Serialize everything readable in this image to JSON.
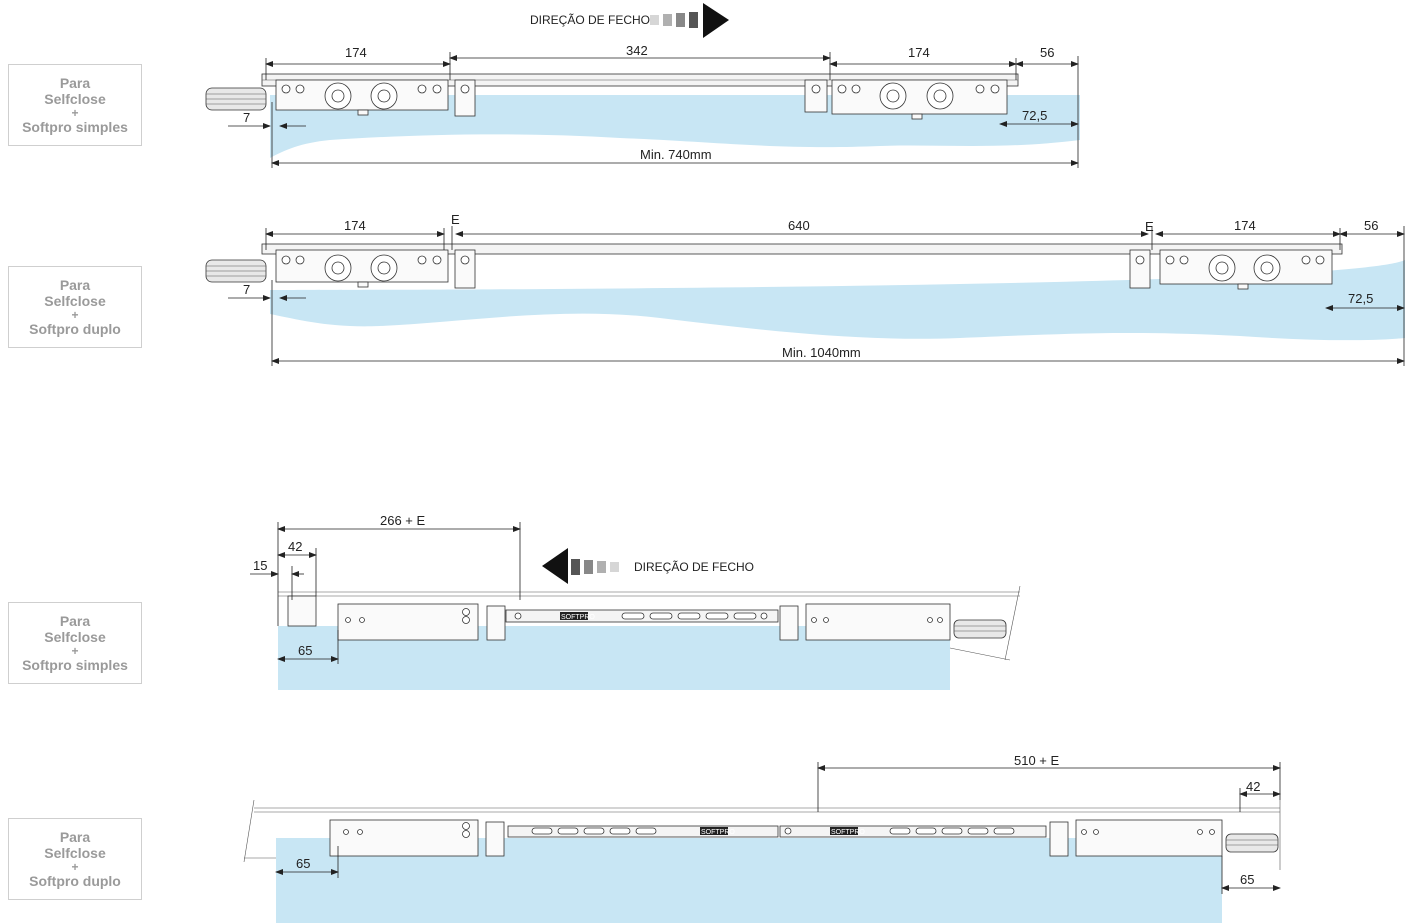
{
  "labels": [
    {
      "line1": "Para",
      "line2": "Selfclose",
      "line3": "+",
      "line4": "Softpro simples"
    },
    {
      "line1": "Para",
      "line2": "Selfclose",
      "line3": "+",
      "line4": "Softpro duplo"
    },
    {
      "line1": "Para",
      "line2": "Selfclose",
      "line3": "+",
      "line4": "Softpro simples"
    },
    {
      "line1": "Para",
      "line2": "Selfclose",
      "line3": "+",
      "line4": "Softpro duplo"
    }
  ],
  "direction_text": "DIREÇÃO DE FECHO",
  "brand_mark": "SOFTPRO",
  "diagram1": {
    "dim_left": "174",
    "dim_mid": "342",
    "dim_right": "174",
    "dim_end": "56",
    "dim_offset": "7",
    "dim_side": "72,5",
    "dim_total": "Min. 740mm"
  },
  "diagram2": {
    "dim_left": "174",
    "dim_e1": "E",
    "dim_mid": "640",
    "dim_e2": "E",
    "dim_right": "174",
    "dim_end": "56",
    "dim_offset": "7",
    "dim_side": "72,5",
    "dim_total": "Min. 1040mm"
  },
  "diagram3": {
    "dim_span": "266 + E",
    "dim_42": "42",
    "dim_15": "15",
    "dim_65": "65"
  },
  "diagram4": {
    "dim_span": "510 + E",
    "dim_42": "42",
    "dim_65_left": "65",
    "dim_65_right": "65"
  }
}
